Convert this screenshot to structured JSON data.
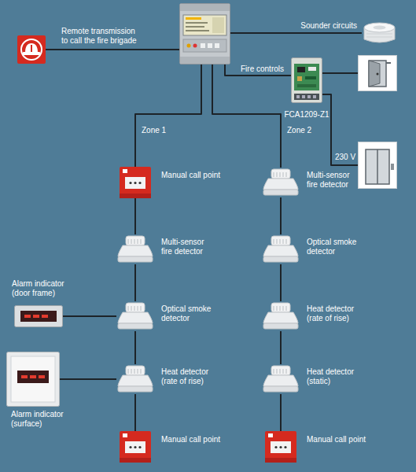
{
  "diagram": {
    "nodes": [
      {
        "text": []
      },
      {
        "text": [
          "Remote transmission to call the fire brigade"
        ]
      },
      {
        "text": [
          "Sounder circuits"
        ]
      },
      {
        "text": [
          "FCA1209-Z1"
        ]
      },
      {
        "text": []
      },
      {
        "text": []
      },
      {
        "text": [
          "Manual call point"
        ]
      },
      {
        "text": [
          "Multi-sensor fire detector"
        ]
      },
      {
        "text": [
          "Alarm indicator (door frame)"
        ]
      },
      {
        "text": [
          "Optical smoke detector"
        ]
      },
      {
        "text": [
          "Alarm indicator (surface)"
        ]
      },
      {
        "text": [
          "Heat detector (rate of rise)"
        ]
      },
      {
        "text": [
          "Manual call point"
        ]
      },
      {
        "text": [
          "Multi-sensor fire detector"
        ]
      },
      {
        "text": [
          "Optical smoke detector"
        ]
      },
      {
        "text": [
          "Heat detector (rate of rise)"
        ]
      },
      {
        "text": [
          "Heat detector (static)"
        ]
      },
      {
        "text": [
          "Manual call point"
        ]
      }
    ],
    "edges": [
      {
        "from": 0,
        "to": 1,
        "arrow": "none"
      },
      {
        "from": 0,
        "to": 2,
        "arrow": "none"
      },
      {
        "from": 0,
        "to": 3,
        "label": "Fire controls",
        "arrow": "none"
      },
      {
        "from": 3,
        "to": 4,
        "arrow": "none"
      },
      {
        "from": 3,
        "to": 5,
        "label": "230 V",
        "arrow": "none"
      },
      {
        "from": 0,
        "to": 6,
        "label": "Zone 1",
        "arrow": "none"
      },
      {
        "from": 6,
        "to": 7,
        "arrow": "none"
      },
      {
        "from": 7,
        "to": 9,
        "arrow": "none"
      },
      {
        "from": 9,
        "to": 8,
        "arrow": "none"
      },
      {
        "from": 9,
        "to": 11,
        "arrow": "none"
      },
      {
        "from": 11,
        "to": 10,
        "arrow": "none"
      },
      {
        "from": 11,
        "to": 12,
        "arrow": "none"
      },
      {
        "from": 0,
        "to": 13,
        "label": "Zone 2",
        "arrow": "none"
      },
      {
        "from": 13,
        "to": 14,
        "arrow": "none"
      },
      {
        "from": 14,
        "to": 15,
        "arrow": "none"
      },
      {
        "from": 15,
        "to": 16,
        "arrow": "none"
      },
      {
        "from": 16,
        "to": 17,
        "arrow": "none"
      }
    ]
  }
}
